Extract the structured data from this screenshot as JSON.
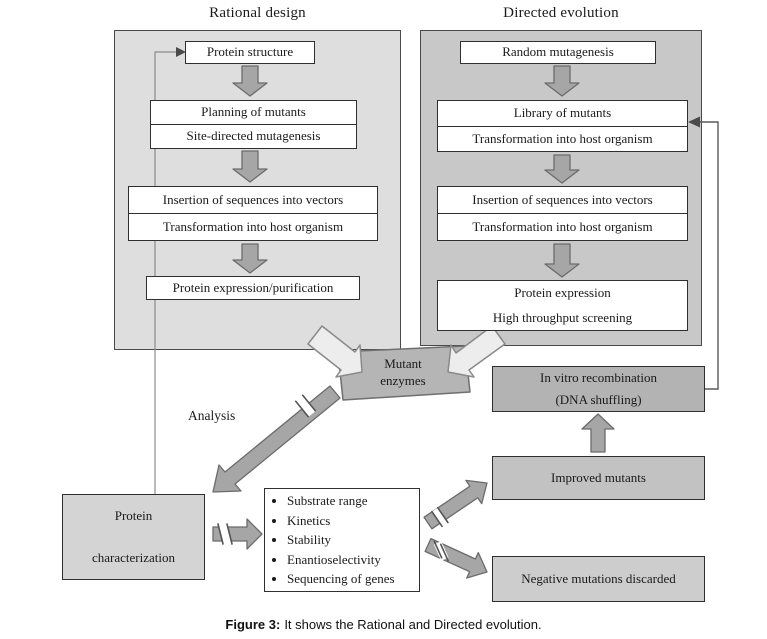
{
  "titles": {
    "rational": "Rational design",
    "directed": "Directed evolution"
  },
  "rational_flow": {
    "protein_structure": "Protein structure",
    "planning": [
      "Planning of mutants",
      "Site-directed mutagenesis"
    ],
    "insertion": [
      "Insertion of sequences into vectors",
      "Transformation into host organism"
    ],
    "expression": "Protein expression/purification"
  },
  "directed_flow": {
    "random_mutagenesis": "Random mutagenesis",
    "library": [
      "Library of mutants",
      "Transformation into host organism"
    ],
    "insertion": [
      "Insertion of sequences into vectors",
      "Transformation into host organism"
    ],
    "expression": [
      "Protein expression",
      "High throughput screening"
    ]
  },
  "center": {
    "mutant_enzymes": [
      "Mutant",
      "enzymes"
    ],
    "analysis_label": "Analysis"
  },
  "recombination": {
    "in_vitro": [
      "In vitro recombination",
      "(DNA shuffling)"
    ],
    "improved_mutants": "Improved mutants",
    "negative_mutations": "Negative mutations discarded"
  },
  "characterization": {
    "protein_characterization": [
      "Protein",
      "characterization"
    ],
    "analysis_items": [
      "Substrate range",
      "Kinetics",
      "Stability",
      "Enantioselectivity",
      "Sequencing of genes"
    ]
  },
  "caption": {
    "label": "Figure 3:",
    "text": "It shows the Rational and Directed evolution."
  },
  "colors": {
    "panel-left-bg": "#dedede",
    "panel-right-bg": "#c8c8c8",
    "panel-border": "#4a4a4a",
    "box-border": "#2f2f2f",
    "arrow-fill": "#a6a6a6",
    "arrow-stroke": "#6b6b6b",
    "hollow-arrow-fill": "#ededed",
    "banner-fill": "#b5b5b5",
    "gray-box-dark": "#b3b3b3",
    "gray-box-mid": "#c2c2c2",
    "gray-box-light": "#cdcdcd",
    "char-box-bg": "#d4d4d4"
  }
}
